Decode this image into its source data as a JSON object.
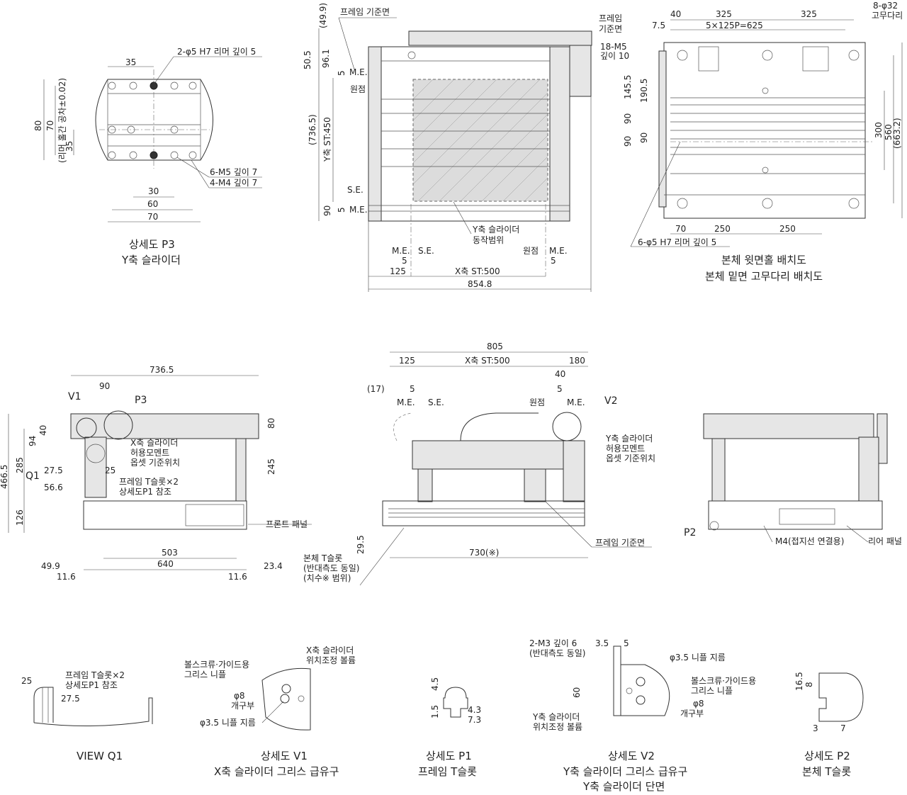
{
  "views": {
    "p3_detail": {
      "caption_line1": "상세도 P3",
      "caption_line2": "Y축 슬라이더",
      "dims": {
        "w35": "35",
        "h80": "80",
        "h70": "70",
        "tol": "(리머 홀간 공차±0.02)",
        "h35": "35",
        "w30": "30",
        "w60": "60",
        "w70": "70"
      },
      "notes": {
        "reamer": "2-φ5 H7 리머 깊이 5",
        "m5": "6-M5 깊이 7",
        "m4": "4-M4 깊이 7"
      }
    },
    "top_view": {
      "labels": {
        "frame_ref": "프레임 기준면",
        "me": "M.E.",
        "origin": "원점",
        "se": "S.E.",
        "y_range": "Y축 슬라이더",
        "y_range2": "동작범위"
      },
      "dims": {
        "d49_9": "(49.9)",
        "d50_5": "50.5",
        "d96_1": "96.1",
        "d5a": "5",
        "d736_5": "(736.5)",
        "y_st": "Y축 ST:450",
        "d90": "90",
        "d5b": "5",
        "d5c": "5",
        "d125": "125",
        "x_st": "X축 ST:500",
        "d5d": "5",
        "d854_8": "854.8"
      },
      "bottom": {
        "me1": "M.E.",
        "se1": "S.E.",
        "origin2": "원점",
        "me2": "M.E."
      }
    },
    "holes_view": {
      "caption_line1": "본체 윗면홀 배치도",
      "caption_line2": "본체 밑면 고무다리 배치도",
      "labels": {
        "frame_ref1": "프레임",
        "frame_ref2": "기준면",
        "m5": "18-M5",
        "m5b": "깊이 10",
        "phi32": "8-φ32",
        "rubber": "고무다리",
        "reamer": "6-φ5 H7 리머 깊이 5"
      },
      "dims": {
        "d40": "40",
        "d325a": "325",
        "d325b": "325",
        "d7_5": "7.5",
        "pitch": "5×125P=625",
        "d145_5": "145.5",
        "d190_5": "190.5",
        "d90a": "90",
        "d90b": "90",
        "d90c": "90",
        "d300": "300",
        "d560": "560",
        "d663_2": "(663.2)",
        "d70": "70",
        "d250a": "250",
        "d250b": "250"
      }
    },
    "front_view": {
      "labels": {
        "v1": "V1",
        "p3": "P3",
        "q1": "Q1",
        "moment1": "X축 슬라이더",
        "moment2": "허용모멘트",
        "moment3": "옵셋 기준위치",
        "tslot1": "프레임 T슬롯×2",
        "tslot2": "상세도P1 참조",
        "panel": "프론트 패널"
      },
      "dims": {
        "d736_5": "736.5",
        "d90": "90",
        "d80": "80",
        "d94": "94",
        "d40": "40",
        "d466_5": "466.5",
        "d285": "285",
        "d27_5": "27.5",
        "d25": "25",
        "d245": "245",
        "d56_6": "56.6",
        "d126": "126",
        "d503": "503",
        "d640": "640",
        "d49_9": "49.9",
        "d23_4": "23.4",
        "d11_6a": "11.6",
        "d11_6b": "11.6"
      }
    },
    "side_view": {
      "labels": {
        "me": "M.E.",
        "se": "S.E.",
        "origin": "원점",
        "me2": "M.E.",
        "v2": "V2",
        "moment1": "Y축 슬라이더",
        "moment2": "허용모멘트",
        "moment3": "옵셋 기준위치",
        "frame_ref": "프레임 기준면",
        "tslot1": "본체 T슬롯",
        "tslot2": "(반대측도 동일)",
        "tslot3": "(치수※ 범위)"
      },
      "dims": {
        "d805": "805",
        "d125": "125",
        "x_st": "X축 ST:500",
        "d180": "180",
        "d40": "40",
        "d17": "(17)",
        "d5a": "5",
        "d5b": "5",
        "d29_5": "29.5",
        "d730": "730(※)"
      }
    },
    "rear_view": {
      "labels": {
        "p2": "P2",
        "m4": "M4(접지선 연결용)",
        "panel": "리어 패널"
      }
    },
    "view_q1": {
      "caption": "VIEW Q1",
      "labels": {
        "tslot1": "프레임 T슬롯×2",
        "tslot2": "상세도P1 참조"
      },
      "dims": {
        "d25": "25",
        "d27_5": "27.5"
      }
    },
    "v1_detail": {
      "caption_line1": "상세도 V1",
      "caption_line2": "X축 슬라이더 그리스 급유구",
      "labels": {
        "nipple": "볼스크류·가이드용",
        "nipple2": "그리스 니플",
        "adj1": "X축 슬라이더",
        "adj2": "위치조정 볼륨",
        "phi8": "φ8",
        "port": "개구부",
        "phi35": "φ3.5 니플 지름"
      }
    },
    "p1_detail": {
      "caption_line1": "상세도 P1",
      "caption_line2": "프레임 T슬롯",
      "dims": {
        "d4_5": "4.5",
        "d1_5": "1.5",
        "d4_3": "4.3",
        "d7_3": "7.3"
      }
    },
    "v2_detail": {
      "caption_line1": "상세도 V2",
      "caption_line2": "Y축 슬라이더 그리스 급유구",
      "caption_line3": "Y축 슬라이더 단면",
      "labels": {
        "m3": "2-M3 깊이 6",
        "m3b": "(반대측도 동일)",
        "phi35": "φ3.5 니플 지름",
        "nipple": "볼스크류·가이드용",
        "nipple2": "그리스 니플",
        "phi8": "φ8",
        "port": "개구부",
        "adj1": "Y축 슬라이더",
        "adj2": "위치조정 볼륨"
      },
      "dims": {
        "d3_5": "3.5",
        "d5": "5",
        "d60": "60"
      }
    },
    "p2_detail": {
      "caption_line1": "상세도 P2",
      "caption_line2": "본체 T슬롯",
      "dims": {
        "d16_5": "16.5",
        "d8": "8",
        "d3": "3",
        "d7": "7"
      }
    }
  }
}
